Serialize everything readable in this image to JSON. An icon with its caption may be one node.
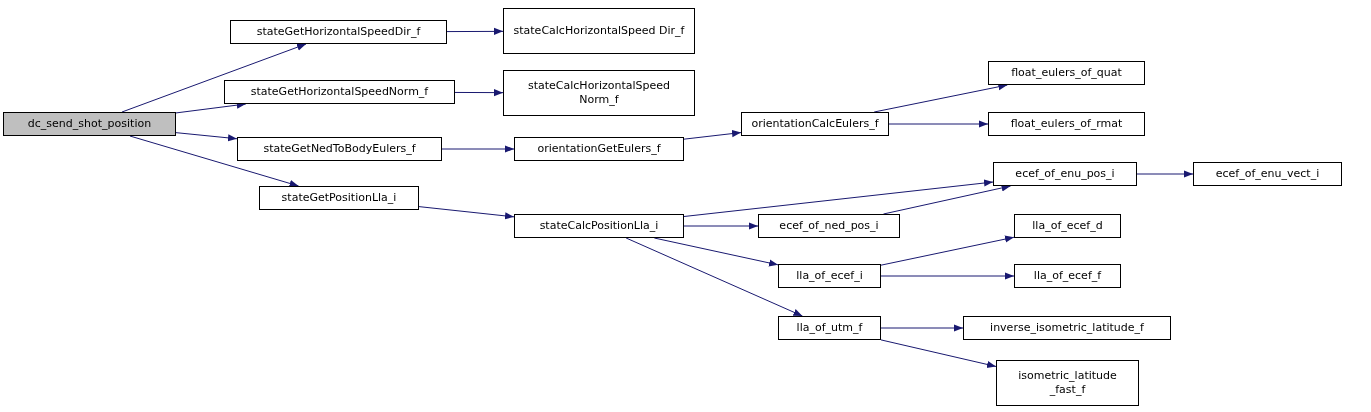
{
  "diagram": {
    "nodes": [
      {
        "text": [
          "dc_send_shot_position"
        ]
      },
      {
        "text": [
          "stateGetHorizontalSpeedDir_f"
        ]
      },
      {
        "text": [
          "stateCalcHorizontalSpeed Dir_f"
        ]
      },
      {
        "text": [
          "stateGetHorizontalSpeedNorm_f"
        ]
      },
      {
        "text": [
          "stateCalcHorizontalSpeed Norm_f"
        ]
      },
      {
        "text": [
          "stateGetNedToBodyEulers_f"
        ]
      },
      {
        "text": [
          "orientationGetEulers_f"
        ]
      },
      {
        "text": [
          "orientationCalcEulers_f"
        ]
      },
      {
        "text": [
          "float_eulers_of_quat"
        ]
      },
      {
        "text": [
          "float_eulers_of_rmat"
        ]
      },
      {
        "text": [
          "stateGetPositionLla_i"
        ]
      },
      {
        "text": [
          "stateCalcPositionLla_i"
        ]
      },
      {
        "text": [
          "ecef_of_enu_pos_i"
        ]
      },
      {
        "text": [
          "ecef_of_enu_vect_i"
        ]
      },
      {
        "text": [
          "ecef_of_ned_pos_i"
        ]
      },
      {
        "text": [
          "lla_of_ecef_d"
        ]
      },
      {
        "text": [
          "lla_of_ecef_i"
        ]
      },
      {
        "text": [
          "lla_of_ecef_f"
        ]
      },
      {
        "text": [
          "lla_of_utm_f"
        ]
      },
      {
        "text": [
          "inverse_isometric_latitude_f"
        ]
      },
      {
        "text": [
          "isometric_latitude _fast_f"
        ]
      }
    ],
    "edges": [
      {
        "from": 0,
        "to": 1,
        "arrow": "to"
      },
      {
        "from": 0,
        "to": 3,
        "arrow": "to"
      },
      {
        "from": 0,
        "to": 5,
        "arrow": "to"
      },
      {
        "from": 0,
        "to": 10,
        "arrow": "to"
      },
      {
        "from": 1,
        "to": 2,
        "arrow": "to"
      },
      {
        "from": 3,
        "to": 4,
        "arrow": "to"
      },
      {
        "from": 5,
        "to": 6,
        "arrow": "to"
      },
      {
        "from": 6,
        "to": 7,
        "arrow": "to"
      },
      {
        "from": 7,
        "to": 8,
        "arrow": "to"
      },
      {
        "from": 7,
        "to": 9,
        "arrow": "to"
      },
      {
        "from": 10,
        "to": 11,
        "arrow": "to"
      },
      {
        "from": 11,
        "to": 12,
        "arrow": "to"
      },
      {
        "from": 11,
        "to": 14,
        "arrow": "to"
      },
      {
        "from": 11,
        "to": 16,
        "arrow": "to"
      },
      {
        "from": 11,
        "to": 18,
        "arrow": "to"
      },
      {
        "from": 12,
        "to": 13,
        "arrow": "to"
      },
      {
        "from": 14,
        "to": 12,
        "arrow": "to"
      },
      {
        "from": 16,
        "to": 15,
        "arrow": "to"
      },
      {
        "from": 16,
        "to": 17,
        "arrow": "to"
      },
      {
        "from": 18,
        "to": 19,
        "arrow": "to"
      },
      {
        "from": 18,
        "to": 20,
        "arrow": "to"
      }
    ]
  }
}
